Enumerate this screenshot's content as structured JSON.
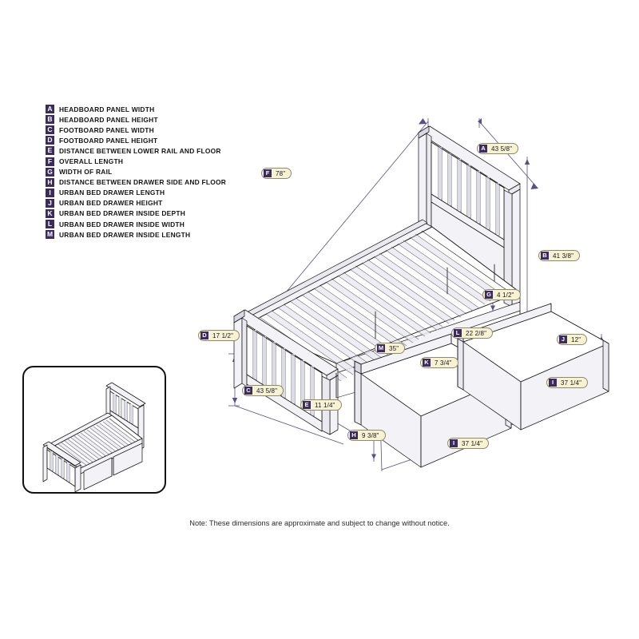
{
  "legend": {
    "items": [
      {
        "key": "A",
        "label": "HEADBOARD PANEL WIDTH"
      },
      {
        "key": "B",
        "label": "HEADBOARD PANEL HEIGHT"
      },
      {
        "key": "C",
        "label": "FOOTBOARD PANEL WIDTH"
      },
      {
        "key": "D",
        "label": "FOOTBOARD PANEL HEIGHT"
      },
      {
        "key": "E",
        "label": "DISTANCE BETWEEN LOWER RAIL AND FLOOR"
      },
      {
        "key": "F",
        "label": "OVERALL LENGTH"
      },
      {
        "key": "G",
        "label": "WIDTH OF RAIL"
      },
      {
        "key": "H",
        "label": "DISTANCE BETWEEN DRAWER SIDE AND FLOOR"
      },
      {
        "key": "I",
        "label": "URBAN BED DRAWER LENGTH"
      },
      {
        "key": "J",
        "label": "URBAN BED DRAWER HEIGHT"
      },
      {
        "key": "K",
        "label": "URBAN BED DRAWER INSIDE DEPTH"
      },
      {
        "key": "L",
        "label": "URBAN BED DRAWER INSIDE WIDTH"
      },
      {
        "key": "M",
        "label": "URBAN BED DRAWER INSIDE LENGTH"
      }
    ]
  },
  "callouts": {
    "A": {
      "key": "A",
      "value": "43 5/8\""
    },
    "B": {
      "key": "B",
      "value": "41 3/8\""
    },
    "C": {
      "key": "C",
      "value": "43 5/8\""
    },
    "D": {
      "key": "D",
      "value": "17 1/2\""
    },
    "E": {
      "key": "E",
      "value": "11 1/4\""
    },
    "F": {
      "key": "F",
      "value": "78\""
    },
    "G": {
      "key": "G",
      "value": "4 1/2\""
    },
    "H": {
      "key": "H",
      "value": "9 3/8\""
    },
    "I1": {
      "key": "I",
      "value": "37 1/4\""
    },
    "I2": {
      "key": "I",
      "value": "37 1/4\""
    },
    "J": {
      "key": "J",
      "value": "12\""
    },
    "K": {
      "key": "K",
      "value": "7 3/4\""
    },
    "L": {
      "key": "L",
      "value": "22 2/8\""
    },
    "M": {
      "key": "M",
      "value": "35\""
    }
  },
  "note": "Note:  These dimensions are approximate and subject to change without notice.",
  "colors": {
    "badge": "#3c2b63",
    "callout_fill": "#f7f2d2",
    "callout_border": "#8f8a6e",
    "line": "#1a1a1a",
    "dimension_line": "#5b4f8a",
    "background": "#ffffff"
  }
}
